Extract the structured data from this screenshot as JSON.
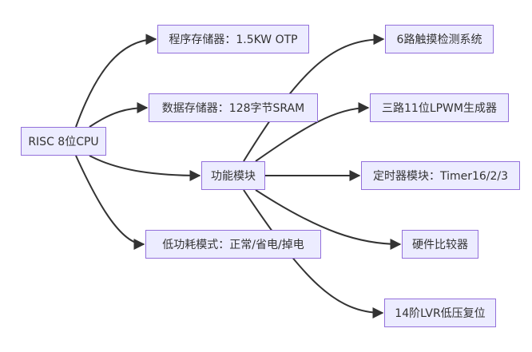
{
  "diagram": {
    "type": "flowchart",
    "direction": "LR",
    "colors": {
      "node_fill": "#ECECFF",
      "node_border": "#9370DB",
      "edge": "#333333",
      "text": "#333333"
    },
    "nodes": {
      "cpu": "RISC 8位CPU",
      "prog_mem": "程序存储器：1.5KW OTP",
      "data_mem": "数据存储器：128字节SRAM",
      "func": "功能模块",
      "low_power": "低功耗模式：正常/省电/掉电",
      "touch": "6路触摸检测系统",
      "pwm": "三路11位LPWM生成器",
      "timer": "定时器模块：Timer16/2/3",
      "comparator": "硬件比较器",
      "lvr": "14阶LVR低压复位"
    },
    "edges": [
      {
        "from": "cpu",
        "to": "prog_mem"
      },
      {
        "from": "cpu",
        "to": "data_mem"
      },
      {
        "from": "cpu",
        "to": "func"
      },
      {
        "from": "cpu",
        "to": "low_power"
      },
      {
        "from": "func",
        "to": "touch"
      },
      {
        "from": "func",
        "to": "pwm"
      },
      {
        "from": "func",
        "to": "timer"
      },
      {
        "from": "func",
        "to": "comparator"
      },
      {
        "from": "func",
        "to": "lvr"
      }
    ]
  }
}
